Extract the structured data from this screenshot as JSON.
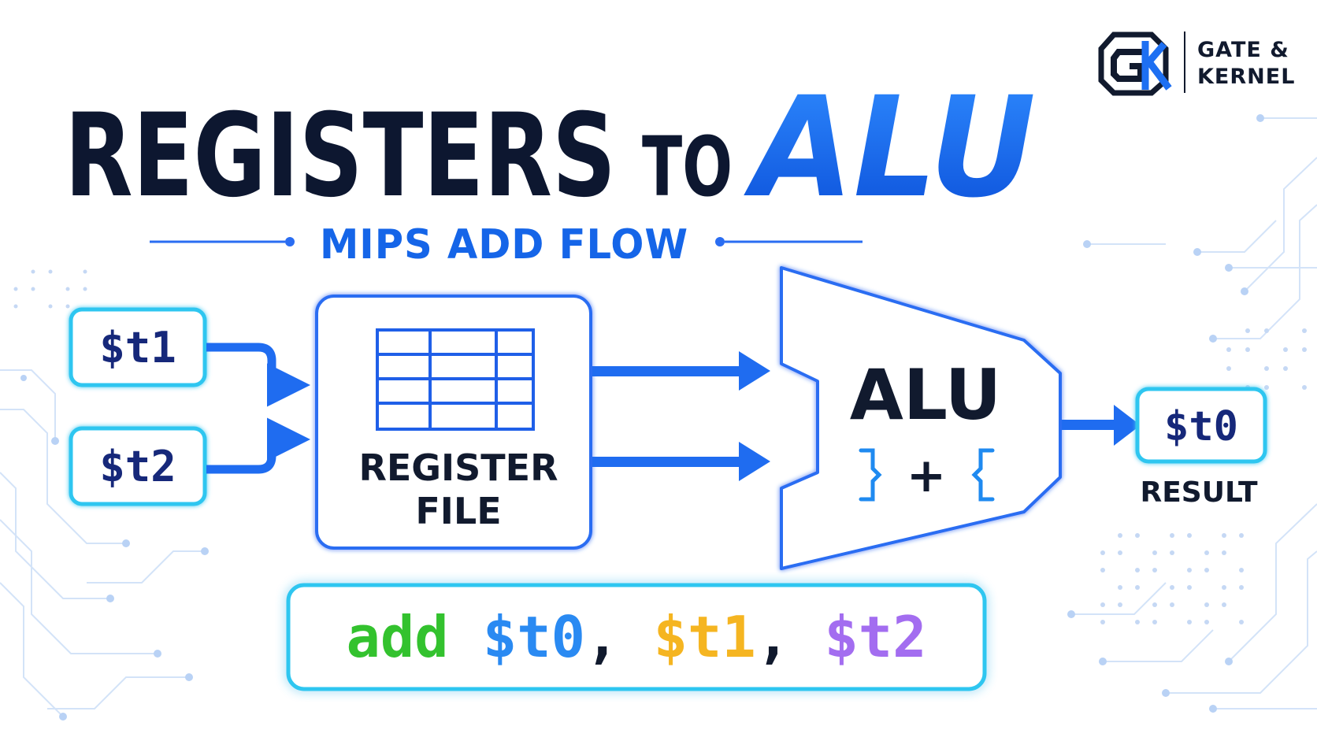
{
  "title": {
    "part1": "REGISTERS",
    "part2": "TO",
    "part3": "ALU"
  },
  "subtitle": "MIPS ADD FLOW",
  "logo": {
    "monogram_icon": "gk-hexagon-monogram",
    "line1": "GATE &",
    "line2": "KERNEL"
  },
  "inputs": [
    "$t1",
    "$t2"
  ],
  "register_file": {
    "line1": "REGISTER",
    "line2": "FILE"
  },
  "alu": {
    "label": "ALU",
    "operator": "+"
  },
  "output": {
    "register": "$t0",
    "caption": "RESULT"
  },
  "instruction": {
    "opcode": "add",
    "dest": "$t0",
    "src1": "$t1",
    "src2": "$t2",
    "sep": ","
  },
  "colors": {
    "navy": "#0d1730",
    "accent_blue": "#1565e8",
    "box_blue": "#2a6df2",
    "cyan": "#22c4ee",
    "code_green": "#33c22e",
    "code_blue": "#2a8af2",
    "code_orange": "#f5b521",
    "code_purple": "#a36df0"
  }
}
